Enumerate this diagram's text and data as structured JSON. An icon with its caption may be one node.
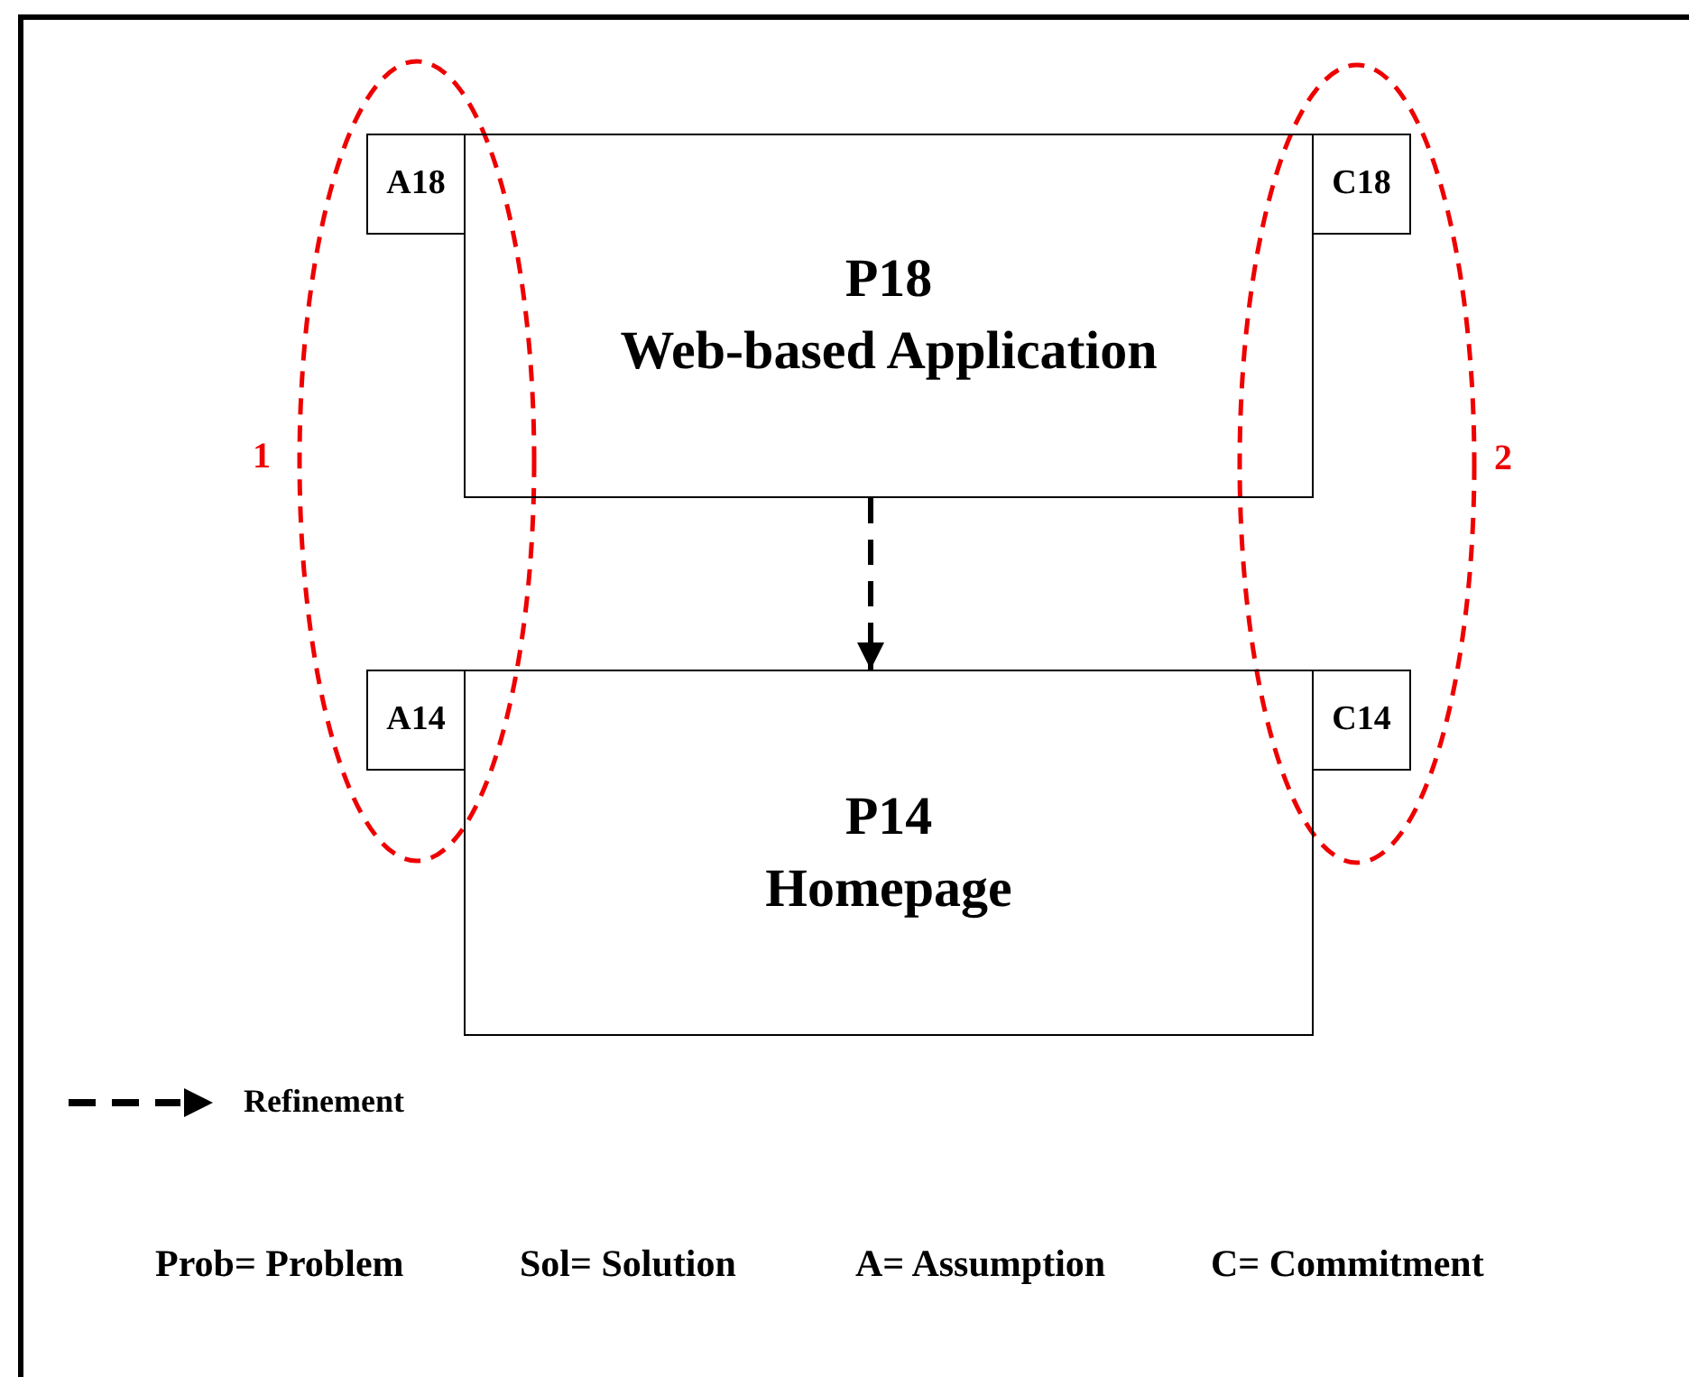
{
  "diagram": {
    "nodes": [
      {
        "text": [
          "1"
        ]
      },
      {
        "text": [
          "2"
        ]
      },
      {
        "text": [
          "P18",
          "Web-based Application"
        ]
      },
      {
        "text": [
          "A18"
        ],
        "in": 0
      },
      {
        "text": [
          "C18"
        ],
        "in": 1
      },
      {
        "text": [
          "P14",
          "Homepage"
        ]
      },
      {
        "text": [
          "A14"
        ],
        "in": 0
      },
      {
        "text": [
          "C14"
        ],
        "in": 1
      }
    ],
    "edges": [
      {
        "from": 2,
        "to": 5,
        "arrow": "to",
        "style": "dashed"
      }
    ],
    "labels": [
      "Prob= Problem",
      "Sol= Solution",
      "A= Assumption",
      "C= Commitment"
    ],
    "legend": [
      {
        "text": "Refinement"
      }
    ]
  }
}
